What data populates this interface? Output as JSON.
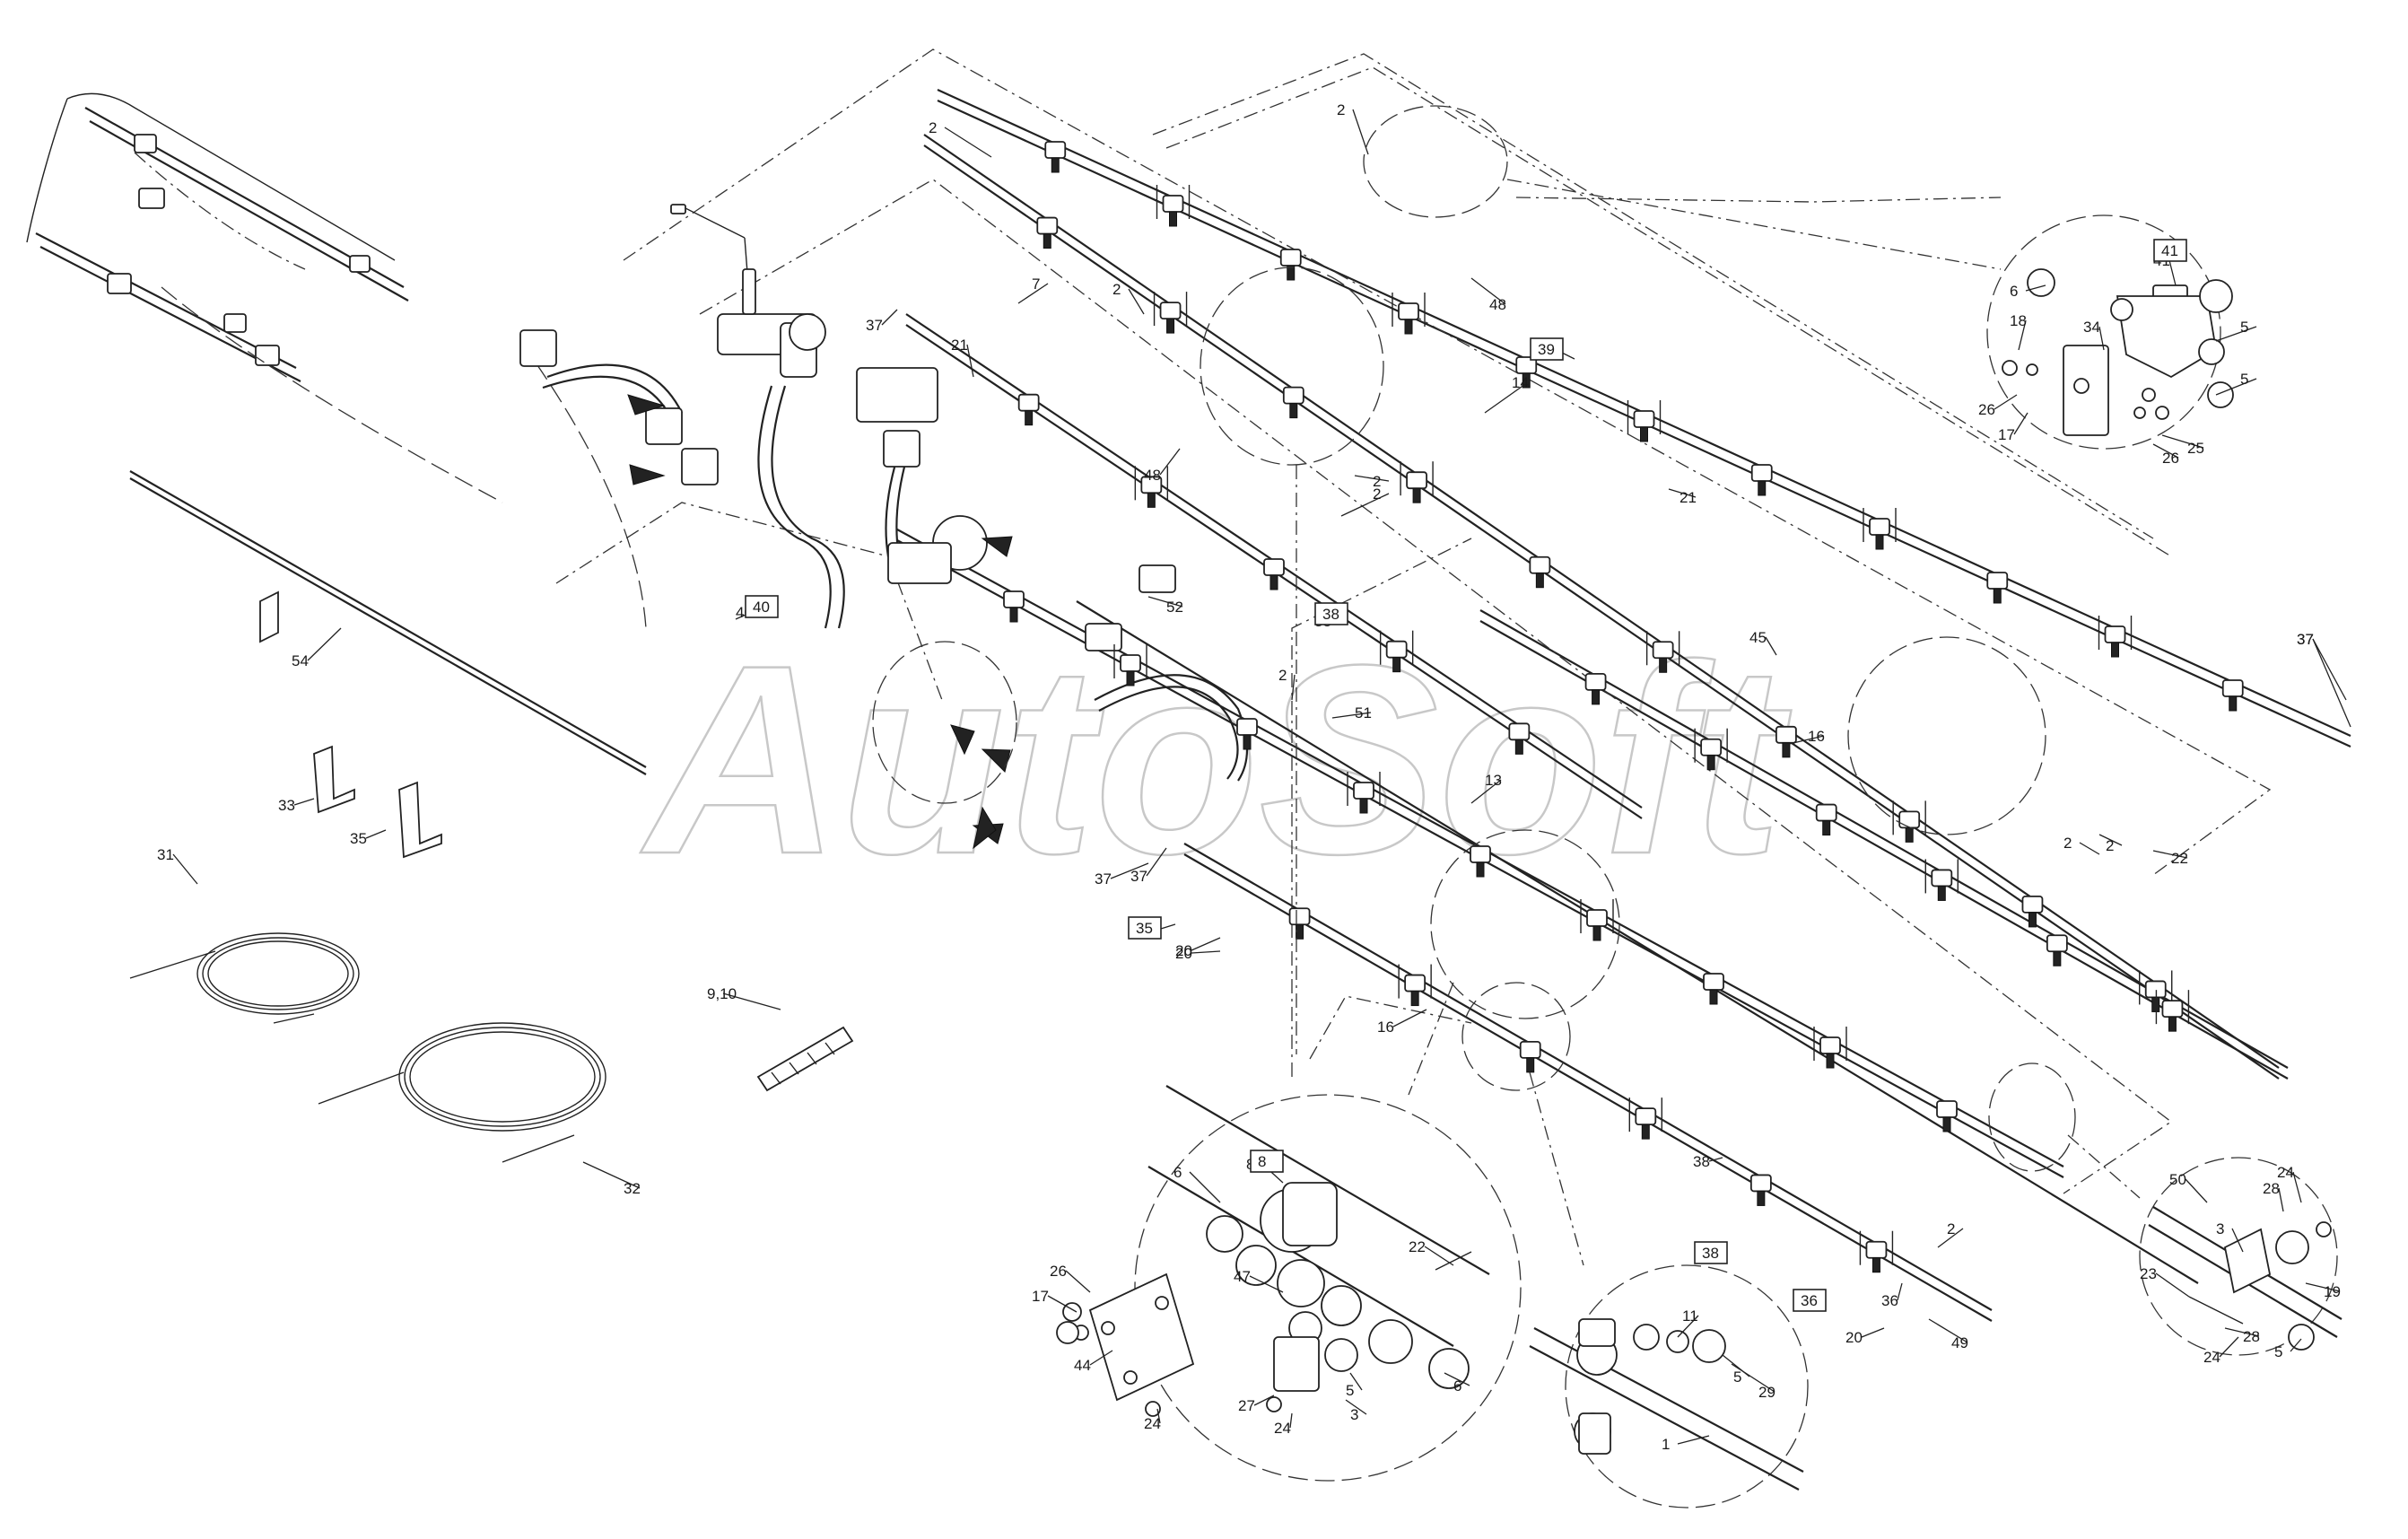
{
  "watermark": "AutoSoft",
  "callouts": [
    "2",
    "2",
    "2",
    "2",
    "2",
    "2",
    "37",
    "37",
    "37",
    "7",
    "21",
    "21",
    "48",
    "48",
    "14",
    "39",
    "45",
    "37",
    "6",
    "41",
    "5",
    "18",
    "34",
    "5",
    "26",
    "17",
    "26",
    "25",
    "2",
    "52",
    "51",
    "38",
    "16",
    "13",
    "22",
    "2",
    "40",
    "54",
    "33",
    "35",
    "31",
    "32",
    "9,10",
    "37",
    "35",
    "20",
    "16",
    "6",
    "8",
    "22",
    "26",
    "17",
    "47",
    "44",
    "27",
    "24",
    "24",
    "3",
    "6",
    "5",
    "5",
    "11",
    "1",
    "29",
    "38",
    "36",
    "20",
    "49",
    "2",
    "50",
    "24",
    "28",
    "3",
    "19",
    "23",
    "28",
    "24",
    "5",
    "20"
  ],
  "boxed_callouts": [
    "39",
    "41",
    "38",
    "40",
    "35",
    "8",
    "38",
    "36"
  ]
}
